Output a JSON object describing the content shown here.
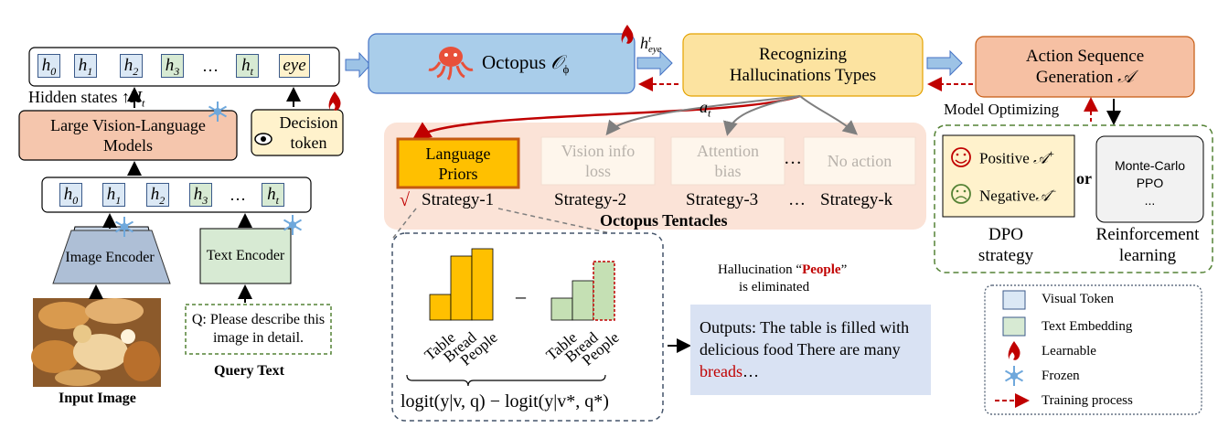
{
  "left": {
    "hidden_tokens": [
      "h_0",
      "h_1",
      "h_2",
      "h_3",
      "…",
      "h_t",
      "eye"
    ],
    "hidden_states_label": "Hidden states",
    "hidden_states_symbol": "H_t",
    "lvlm_label": "Large Vision-Language Models",
    "decision_token_label": "Decision token",
    "input_tokens": [
      "h_0",
      "h_1",
      "h_2",
      "h_3",
      "…",
      "h_t"
    ],
    "image_encoder_label": "Image Encoder",
    "text_encoder_label": "Text Encoder",
    "query_box_text": "Q: Please describe this image in detail.",
    "input_image_caption": "Input Image",
    "query_text_caption": "Query Text"
  },
  "octopus": {
    "label": "Octopus",
    "symbol": "𝒪",
    "symbol_sub": "ϕ",
    "h_eye_label": "h",
    "h_eye_sup": "t",
    "h_eye_sub": "eye",
    "a_t_label": "a",
    "a_t_sub": "t"
  },
  "recognize": {
    "label_line1": "Recognizing",
    "label_line2": "Hallucinations Types"
  },
  "tentacles": {
    "title": "Octopus Tentacles",
    "boxes": [
      "Language Priors",
      "Vision info loss",
      "Attention bias",
      "…",
      "No action"
    ],
    "strategies": [
      "Strategy-1",
      "Strategy-2",
      "Strategy-3",
      "…",
      "Strategy-k"
    ],
    "check_mark": "√"
  },
  "contrast": {
    "bar_labels": [
      "Table",
      "Bread",
      "People"
    ],
    "minus": "–",
    "formula": "logit(y|v, q) − logit(y|v*, q*)"
  },
  "outputs": {
    "hallucination_prefix": "Hallucination “",
    "hallucination_word": "People",
    "hallucination_suffix": "”",
    "eliminated": "is eliminated",
    "text_prefix": "Outputs: The table is filled with delicious food There are many ",
    "text_highlight": "breads",
    "text_suffix": "…"
  },
  "action": {
    "label_line1": "Action Sequence",
    "label_line2": "Generation",
    "symbol": "𝒜",
    "model_optimizing": "Model Optimizing",
    "positive": "Positive",
    "positive_sym": "𝒜",
    "positive_sup": "+",
    "negative": "Negative",
    "negative_sym": "𝒜",
    "negative_sup": "−",
    "or_label": "or",
    "rl_box": [
      "Monte-Carlo",
      "PPO",
      "..."
    ],
    "dpo_caption": [
      "DPO",
      "strategy"
    ],
    "rl_caption": [
      "Reinforcement",
      "learning"
    ]
  },
  "legend": {
    "items": [
      "Visual Token",
      "Text Embedding",
      "Learnable",
      "Frozen",
      "Training process"
    ]
  },
  "colors": {
    "visual_token": "#dbe8f5",
    "text_embedding": "#d7ead3",
    "octopus_fill": "#a9cdea",
    "recognize_fill": "#fce3a0",
    "action_fill": "#f6c0a3",
    "tentacles_bg": "#fbe3d7",
    "lvlm_fill": "#f5c6ad",
    "bar_orange": "#ffc000",
    "bar_green": "#c5e0b4",
    "red": "#c00000",
    "output_bg": "#d9e2f3"
  }
}
